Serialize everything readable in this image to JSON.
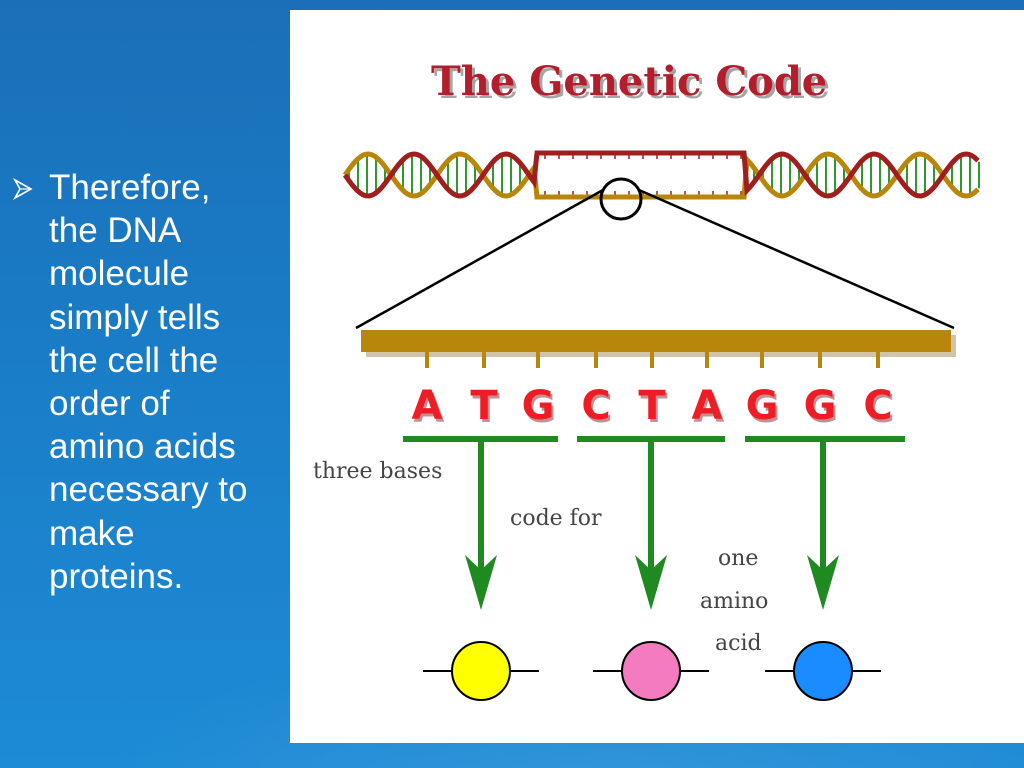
{
  "slide": {
    "bullet_text": "Therefore,\nthe DNA\nmolecule\nsimply tells\nthe cell the\norder of\namino acids\nnecessary to\nmake\nproteins."
  },
  "diagram": {
    "title": "The Genetic Code",
    "bases": [
      "A",
      "T",
      "G",
      "C",
      "T",
      "A",
      "G",
      "G",
      "C"
    ],
    "captions": {
      "three_bases": "three bases",
      "code_for": "code for",
      "one": "one",
      "amino": "amino",
      "acid": "acid"
    },
    "amino_acid_colors": [
      "#ffff00",
      "#f47bc0",
      "#1a8cff"
    ],
    "colors": {
      "backbone": "#b8860b",
      "strand_red": "#a01e1e",
      "rung_green": "#2e9a2e",
      "arrow_green": "#1f8a1f",
      "base_red": "#ee1c25"
    }
  }
}
